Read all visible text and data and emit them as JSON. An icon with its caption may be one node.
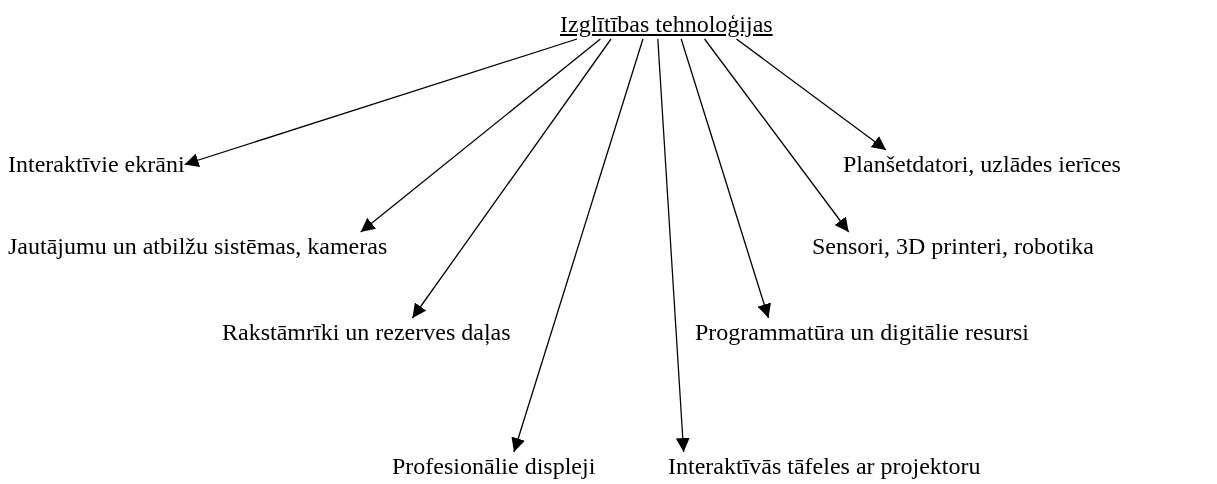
{
  "diagram": {
    "nodes": [
      {
        "text": [
          "Izglītības tehnoloģijas"
        ]
      },
      {
        "text": [
          "Interaktīvie ekrāni"
        ]
      },
      {
        "text": [
          "Planšetdatori, uzlādes ierīces"
        ]
      },
      {
        "text": [
          "Jautājumu un atbilžu sistēmas, kameras"
        ]
      },
      {
        "text": [
          "Sensori, 3D printeri, robotika"
        ]
      },
      {
        "text": [
          "Rakstāmrīki un rezerves daļas"
        ]
      },
      {
        "text": [
          "Programmatūra un digitālie resursi"
        ]
      },
      {
        "text": [
          "Profesionālie displeji"
        ]
      },
      {
        "text": [
          "Interaktīvās tāfeles ar projektoru"
        ]
      }
    ],
    "edges": [
      {
        "from": 0,
        "to": 1,
        "arrow": "to"
      },
      {
        "from": 0,
        "to": 2,
        "arrow": "to"
      },
      {
        "from": 0,
        "to": 3,
        "arrow": "to"
      },
      {
        "from": 0,
        "to": 4,
        "arrow": "to"
      },
      {
        "from": 0,
        "to": 5,
        "arrow": "to"
      },
      {
        "from": 0,
        "to": 6,
        "arrow": "to"
      },
      {
        "from": 0,
        "to": 7,
        "arrow": "to"
      },
      {
        "from": 0,
        "to": 8,
        "arrow": "to"
      }
    ]
  }
}
